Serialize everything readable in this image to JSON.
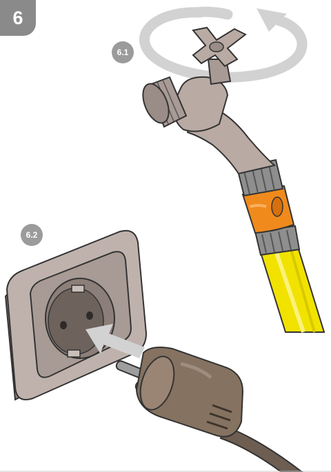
{
  "step": {
    "number": "6"
  },
  "substeps": [
    {
      "label": "6.1"
    },
    {
      "label": "6.2"
    }
  ],
  "icons": [
    "rotate-arrow-icon",
    "water-tap-icon",
    "garden-hose-icon",
    "wall-socket-icon",
    "power-plug-icon",
    "insert-arrow-icon"
  ],
  "colors": {
    "badge": "#8a8a8a",
    "tap": "#b9aaa4",
    "hose": "#f2e200",
    "connector": "#f08a1c",
    "plug": "#857260",
    "socket": "#bfb2ad"
  }
}
